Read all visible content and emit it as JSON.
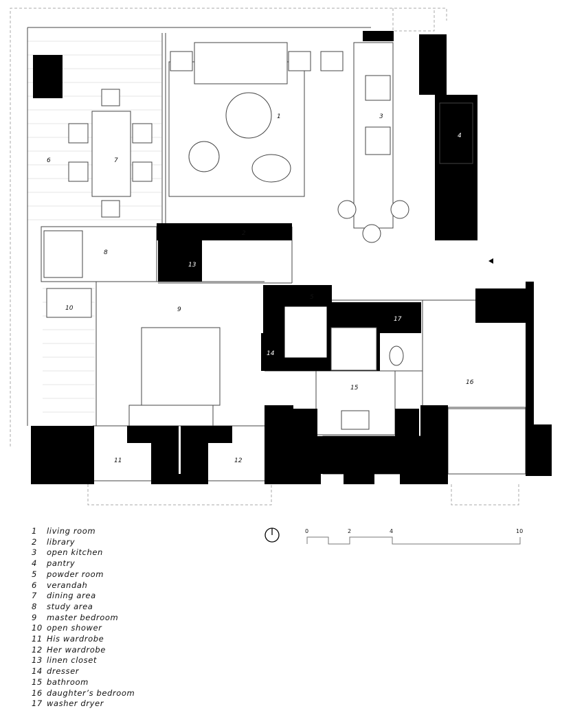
{
  "rooms": [
    {
      "num": "1",
      "name": "living room"
    },
    {
      "num": "2",
      "name": "library"
    },
    {
      "num": "3",
      "name": "open kitchen"
    },
    {
      "num": "4",
      "name": "pantry"
    },
    {
      "num": "5",
      "name": "powder room"
    },
    {
      "num": "6",
      "name": "verandah"
    },
    {
      "num": "7",
      "name": "dining area"
    },
    {
      "num": "8",
      "name": "study area"
    },
    {
      "num": "9",
      "name": "master bedroom"
    },
    {
      "num": "10",
      "name": "open shower"
    },
    {
      "num": "11",
      "name": "His wardrobe"
    },
    {
      "num": "12",
      "name": "Her wardrobe"
    },
    {
      "num": "13",
      "name": "linen closet"
    },
    {
      "num": "14",
      "name": "dresser"
    },
    {
      "num": "15",
      "name": "bathroom"
    },
    {
      "num": "16",
      "name": "daughter’s bedroom"
    },
    {
      "num": "17",
      "name": "washer dryer"
    }
  ],
  "scale_bar": {
    "ticks": [
      "0",
      "2",
      "4",
      "10"
    ]
  },
  "north_icon": "north-arrow-circle",
  "entrance_icon": "triangle-entry-marker",
  "colors": {
    "wall": "#000000",
    "line": "#555555",
    "dashed": "#999999"
  }
}
